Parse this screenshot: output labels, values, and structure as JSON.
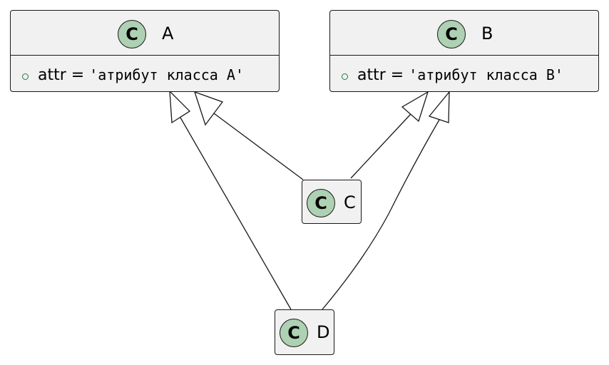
{
  "diagram": {
    "classes": [
      {
        "id": "A",
        "name": "A",
        "stereotype_letter": "C",
        "attribute": {
          "name": "attr",
          "eq": "=",
          "value": "'атрибут класса A'"
        }
      },
      {
        "id": "B",
        "name": "B",
        "stereotype_letter": "C",
        "attribute": {
          "name": "attr",
          "eq": "=",
          "value": "'атрибут класса B'"
        }
      },
      {
        "id": "C",
        "name": "C",
        "stereotype_letter": "C"
      },
      {
        "id": "D",
        "name": "D",
        "stereotype_letter": "C"
      }
    ],
    "inheritance": [
      {
        "child": "C",
        "parent": "A"
      },
      {
        "child": "C",
        "parent": "B"
      },
      {
        "child": "D",
        "parent": "A"
      },
      {
        "child": "D",
        "parent": "B"
      }
    ],
    "colors": {
      "border": "#181818",
      "fill": "#f1f1f1",
      "badge": "#add1b2",
      "visibility": "#1f7a47"
    }
  }
}
